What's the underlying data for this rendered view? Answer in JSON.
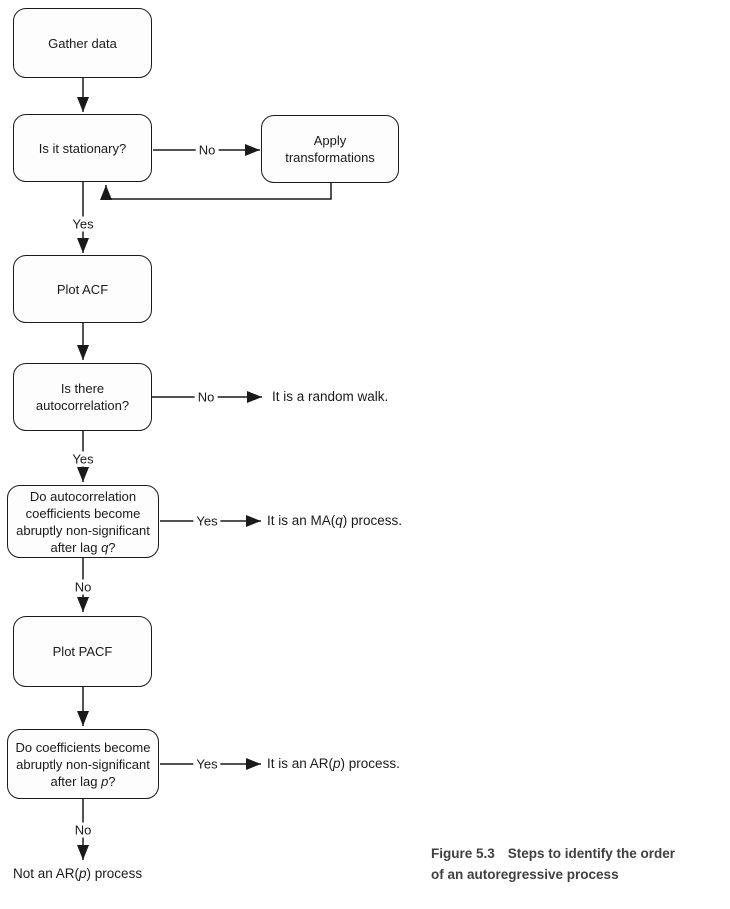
{
  "figure": {
    "boxes": {
      "gather_data": {
        "label": "Gather data"
      },
      "is_stationary": {
        "label": "Is it stationary?"
      },
      "apply_transformations": {
        "line1": "Apply",
        "line2": "transformations"
      },
      "plot_acf": {
        "label": "Plot ACF"
      },
      "is_autocorrelation": {
        "line1": "Is there",
        "line2": "autocorrelation?"
      },
      "ma_question": {
        "line1": "Do autocorrelation",
        "line2": "coefficients become",
        "line3": "abruptly non-significant",
        "line4_prefix": "after lag ",
        "line4_var": "q",
        "line4_suffix": "?"
      },
      "plot_pacf": {
        "label": "Plot PACF"
      },
      "ar_question": {
        "line1": "Do coefficients become",
        "line2": "abruptly non-significant",
        "line3_prefix": "after lag ",
        "line3_var": "p",
        "line3_suffix": "?"
      }
    },
    "labels": {
      "no_stationary": "No",
      "yes_stationary": "Yes",
      "no_autocorrelation": "No",
      "yes_autocorrelation": "Yes",
      "yes_ma": "Yes",
      "no_ma": "No",
      "yes_ar": "Yes",
      "no_ar": "No"
    },
    "outcomes": {
      "random_walk": "It is a random walk.",
      "ma_process": {
        "prefix": "It is an MA(",
        "var": "q",
        "suffix": ") process."
      },
      "ar_process": {
        "prefix": "It is an AR(",
        "var": "p",
        "suffix": ") process."
      },
      "not_ar": {
        "prefix": "Not an AR(",
        "var": "p",
        "suffix": ") process"
      }
    },
    "caption": {
      "label": "Figure 5.3",
      "line1": "Steps to identify the order",
      "line2": "of an autoregressive process"
    },
    "colors": {
      "line": "#1a1a1a",
      "box_border": "#1a1a1a",
      "box_fill": "#fdfdfd",
      "text": "#1a1a1a",
      "caption_text": "#404040",
      "background": "#ffffff"
    }
  }
}
